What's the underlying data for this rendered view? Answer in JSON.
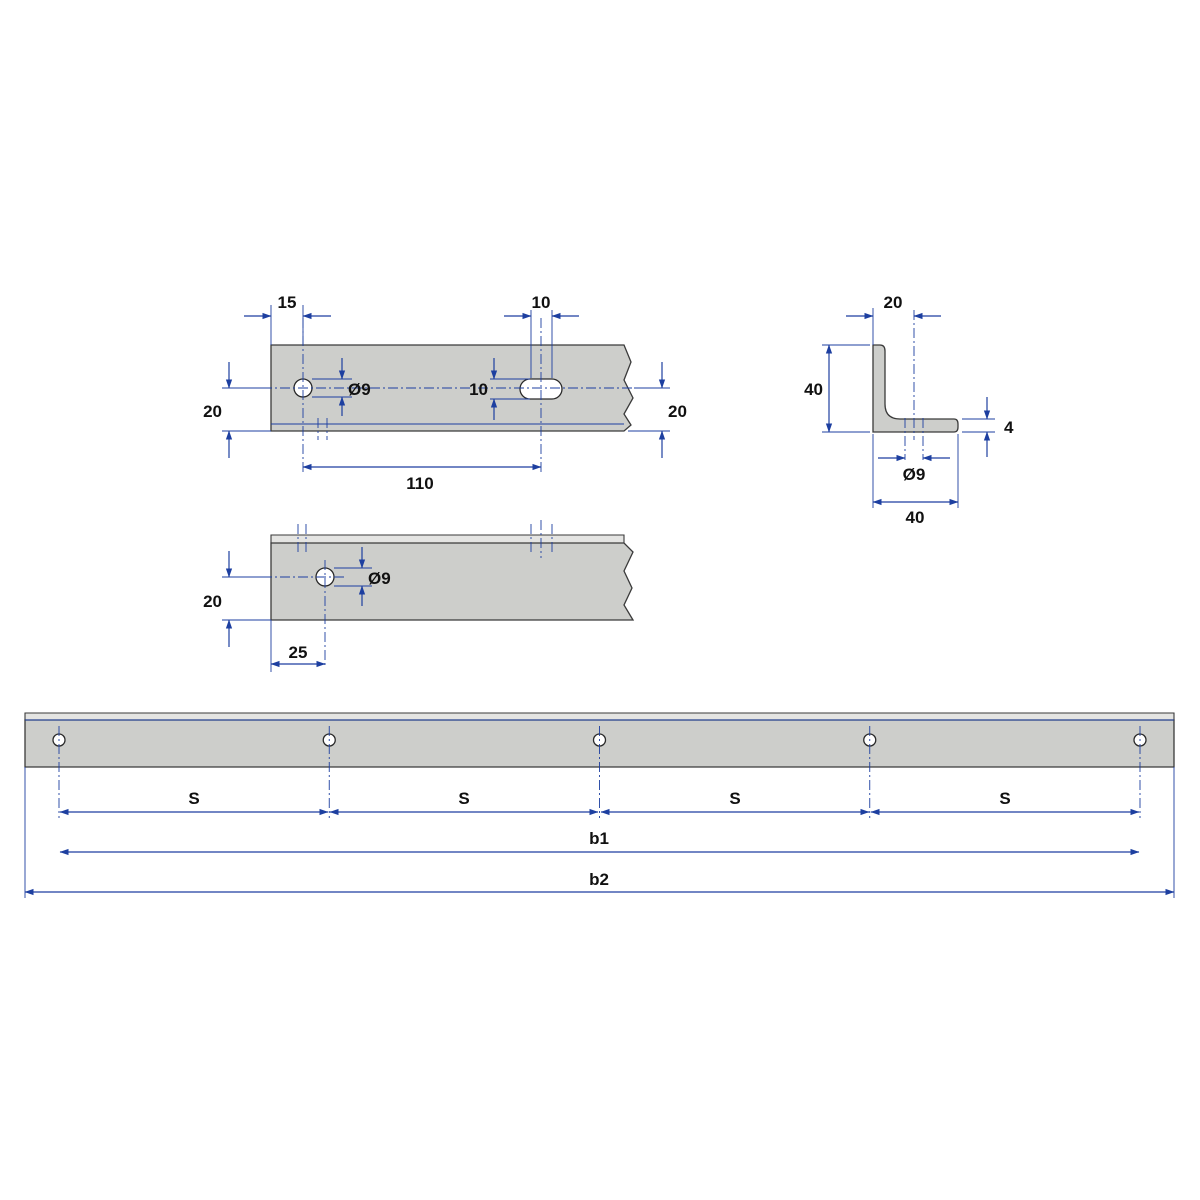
{
  "view_top": {
    "dim_hole_offset": "15",
    "dim_slot_width": "10",
    "dim_hole_diameter": "Ø9",
    "dim_slot_height": "10",
    "dim_height_left": "20",
    "dim_height_right": "20",
    "dim_hole_spacing": "110"
  },
  "view_bottom": {
    "dim_hole_diameter": "Ø9",
    "dim_height": "20",
    "dim_hole_offset": "25"
  },
  "profile": {
    "dim_top_offset": "20",
    "dim_height": "40",
    "dim_thickness": "4",
    "dim_hole_diameter": "Ø9",
    "dim_width": "40"
  },
  "long_bar": {
    "hole_count": 5,
    "dim_spacing_1": "S",
    "dim_spacing_2": "S",
    "dim_spacing_3": "S",
    "dim_spacing_4": "S",
    "dim_b1": "b1",
    "dim_b2": "b2"
  },
  "colors": {
    "part_fill": "#cdcecb",
    "dimension_line": "#1d3fa0",
    "text": "#111111"
  }
}
